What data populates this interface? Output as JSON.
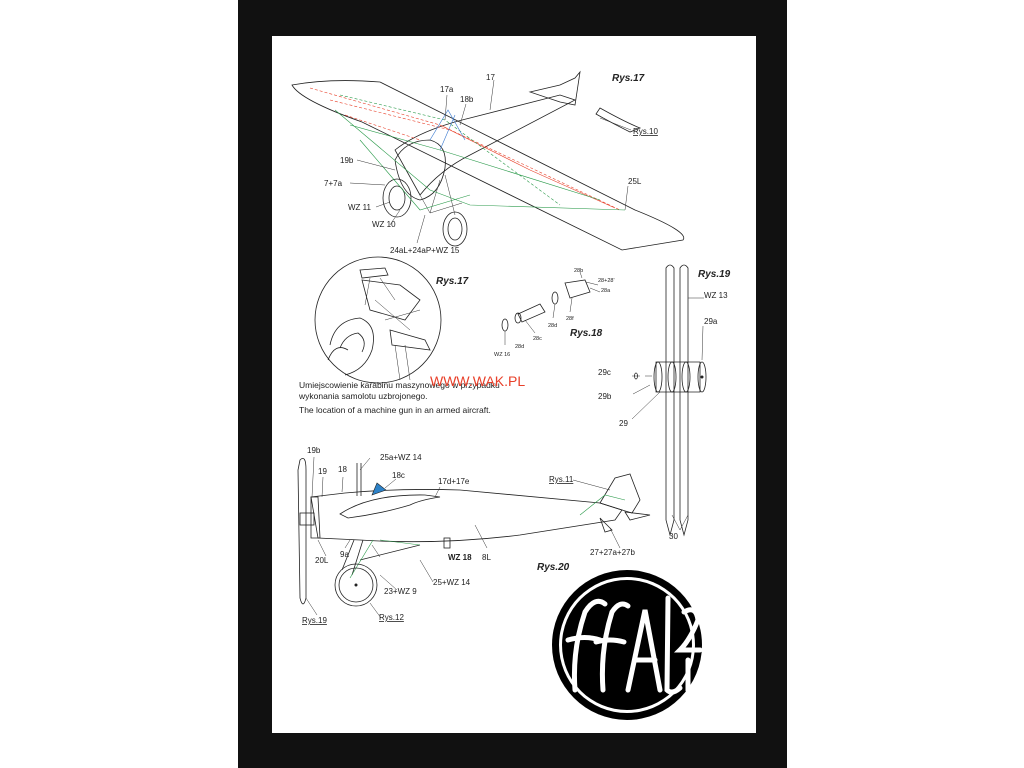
{
  "labels": {
    "p17": "17",
    "p17a": "17a",
    "p18b": "18b",
    "p19b_top": "19b",
    "p7_7a": "7+7a",
    "wz11": "WZ 11",
    "wz10": "WZ 10",
    "p24": "24aL+24aP+WZ 15",
    "p25L": "25L",
    "rys10": "Rys.10",
    "rys17_a": "Rys.17",
    "rys17_b": "Rys.17",
    "rys18": "Rys.18",
    "rys19": "Rys.19",
    "rys20": "Rys.20",
    "wz13": "WZ 13",
    "p29a": "29a",
    "p29c": "29c",
    "p29b": "29b",
    "p29": "29",
    "p30": "30",
    "p28b": "28b",
    "p28_28": "28+28'",
    "p28a": "28a",
    "p28f": "28f",
    "p28d": "28d",
    "p28c": "28c",
    "p28d2": "28d",
    "wz16": "WZ 16",
    "p19b": "19b",
    "p19": "19",
    "p18": "18",
    "p25a": "25a+WZ 14",
    "p18c": "18c",
    "p17d": "17d+17e",
    "rys11": "Rys.11",
    "p20L": "20L",
    "p9a": "9a",
    "wz18": "WZ 18",
    "p8L": "8L",
    "p23": "23+WZ 9",
    "p25wz14": "25+WZ 14",
    "p27": "27+27a+27b",
    "rys19_b": "Rys.19",
    "rys12": "Rys.12"
  },
  "caption": {
    "pl_line1": "Umiejscowienie karabinu maszynowego w przypadku",
    "pl_line2": "wykonania samolotu uzbrojonego.",
    "en": "The location of a machine gun in an armed aircraft."
  },
  "watermark": "WWW.WAK.PL",
  "colors": {
    "frame": "#111111",
    "rigging_red": "#e8402a",
    "rigging_green": "#2a9a4a",
    "rigging_blue": "#3a7ad0"
  }
}
